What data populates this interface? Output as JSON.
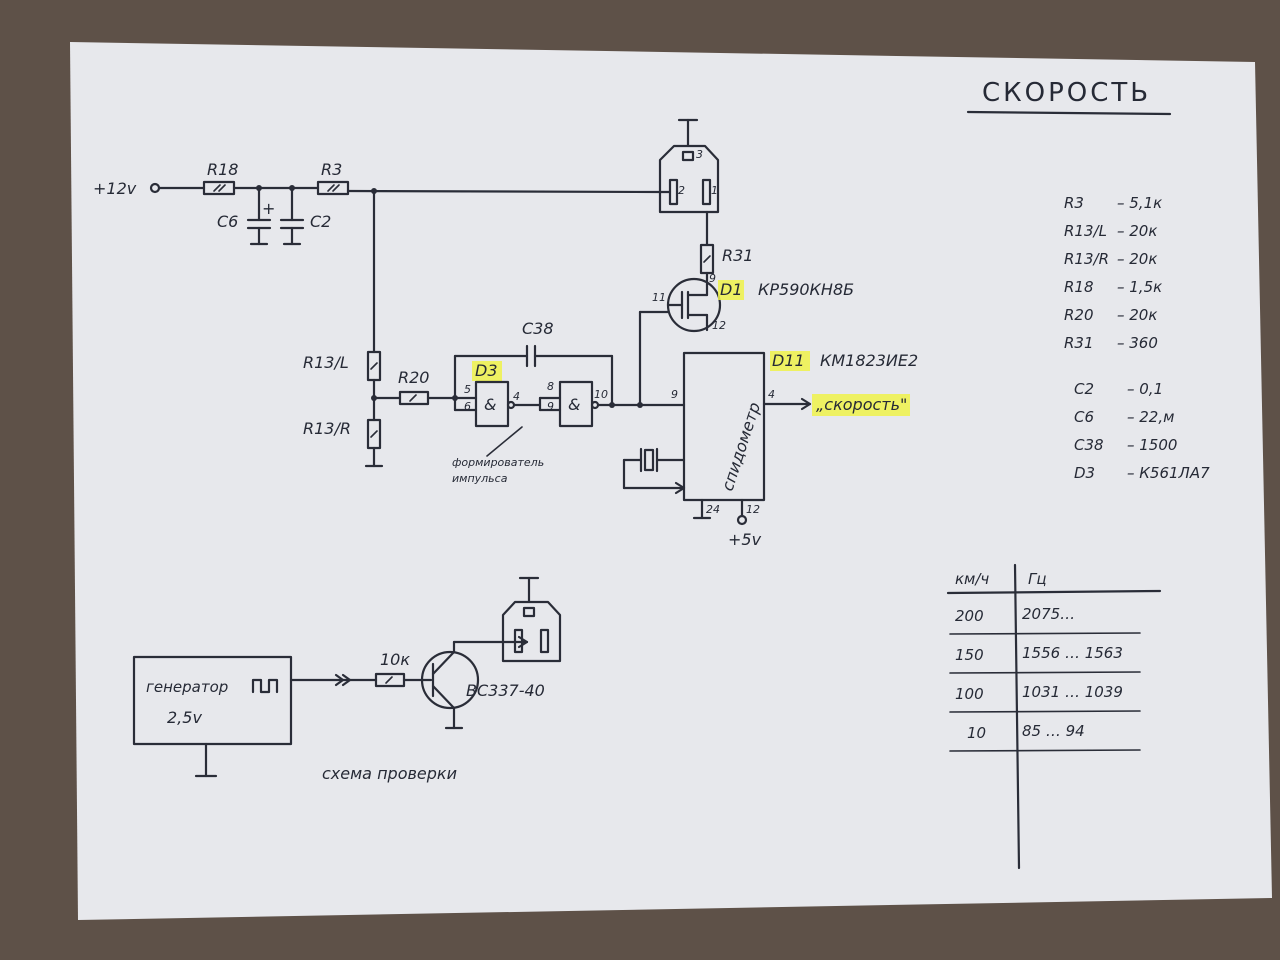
{
  "title": "СКОРОСТЬ",
  "circuit": {
    "supply": "+12v",
    "r18": "R18",
    "r3": "R3",
    "c6": "C6",
    "c2": "C2",
    "c6_plus": "+",
    "r31": "R31",
    "d1_label": "D1",
    "d1_part": "КР590КН8Б",
    "r13l": "R13/L",
    "r13r": "R13/R",
    "r20": "R20",
    "c38": "C38",
    "d3_label": "D3",
    "d11_label": "D11",
    "d11_part": "КМ1823ИЕ2",
    "speedo_chip": "спидометр",
    "output_label": "„скорость\"",
    "shaper_line1": "формирователь",
    "shaper_line2": "импульса",
    "plus5": "+5v",
    "pins": {
      "conn3": "3",
      "conn2": "2",
      "conn1": "1",
      "d1_9": "9",
      "d1_11": "11",
      "d1_12": "12",
      "d3_5": "5",
      "d3_6": "6",
      "d3_4": "4",
      "d3_8": "8",
      "d3_9": "9",
      "d3_10": "10",
      "d11_9": "9",
      "d11_4": "4",
      "d11_24": "24",
      "d11_12": "12"
    }
  },
  "components": [
    {
      "ref": "R3",
      "value": "– 5,1к"
    },
    {
      "ref": "R13/L",
      "value": "– 20к"
    },
    {
      "ref": "R13/R",
      "value": "– 20к"
    },
    {
      "ref": "R18",
      "value": "– 1,5к"
    },
    {
      "ref": "R20",
      "value": "– 20к"
    },
    {
      "ref": "R31",
      "value": "– 360"
    },
    {
      "ref": "C2",
      "value": "– 0,1"
    },
    {
      "ref": "C6",
      "value": "– 22,м"
    },
    {
      "ref": "C38",
      "value": "– 1500"
    },
    {
      "ref": "D3",
      "value": "– К561ЛА7"
    }
  ],
  "freq_table": {
    "headers": [
      "км/ч",
      "Гц"
    ],
    "rows": [
      {
        "kmh": "200",
        "hz": "2075…"
      },
      {
        "kmh": "150",
        "hz": "1556 … 1563"
      },
      {
        "kmh": "100",
        "hz": "1031 … 1039"
      },
      {
        "kmh": "10",
        "hz": "85 … 94"
      }
    ]
  },
  "test_circuit": {
    "generator_label": "генератор",
    "generator_voltage": "2,5v",
    "resistor": "10к",
    "transistor": "ВС337-40",
    "caption": "схема проверки"
  },
  "colors": {
    "paper": "#e7e8ec",
    "ink": "#2a2d38",
    "highlight": "#eef24a",
    "background": "#5e5148"
  }
}
